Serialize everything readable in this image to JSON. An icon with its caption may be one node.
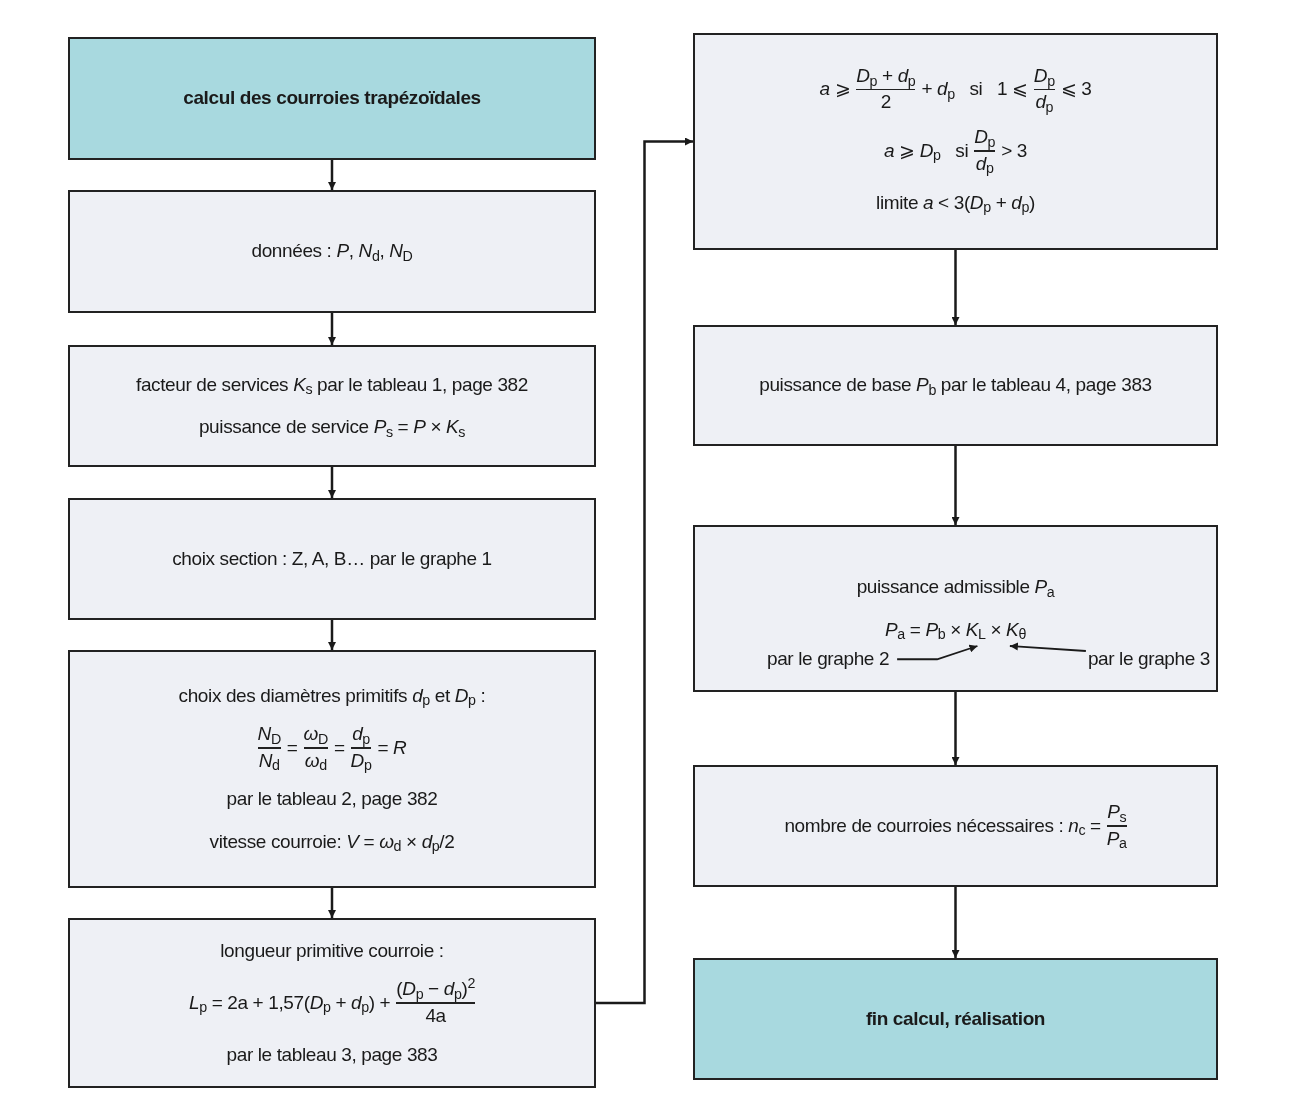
{
  "diagram": {
    "nodes": [
      {
        "text": [
          "calcul des courroies trapézoïdales"
        ]
      },
      {
        "text": [
          "données : *P*, *N*$_{d}$, *N*$_{D}$"
        ]
      },
      {
        "text": [
          "facteur de services *K*$_{s}$ par le tableau 1, page 382",
          "puissance de service *P*$_{s}$ = *P* × *K*$_{s}$"
        ]
      },
      {
        "text": [
          "choix section : Z, A, B… par le graphe 1"
        ]
      },
      {
        "text": [
          "choix des diamètres primitifs *d*$_{p}$ et *D*$_{p}$ :",
          "*N*$_{D}$",
          "*N*$_{d}$",
          "=",
          "*ω*$_{D}$",
          "*ω*$_{d}$",
          "=",
          "*d*$_{p}$",
          "*D*$_{p}$",
          "= *R*",
          "par le tableau 2, page 382",
          "vitesse courroie: *V* = *ω*$_{d}$ × *d*$_{p}$/2"
        ]
      },
      {
        "text": [
          "longueur primitive courroie :",
          "*L*$_{p}$ = 2a + 1,57(*D*$_{p}$ + *d*$_{p}$) +",
          "(*D*$_{p}$ − *d*$_{p}$)$^{2}$",
          "4a",
          "par le tableau 3, page 383"
        ]
      },
      {
        "text": [
          "*a* ⩾",
          "*D*$_{p}$ + *d*$_{p}$",
          "2",
          "+ *d*$_{p}$   si   1 ⩽",
          "*D*$_{p}$",
          "*d*$_{p}$",
          "⩽ 3",
          "*a* ⩾ *D*$_{p}$   si",
          "*D*$_{p}$",
          "*d*$_{p}$",
          "> 3",
          "limite *a* < 3(*D*$_{p}$ + *d*$_{p}$)"
        ]
      },
      {
        "text": [
          "puissance de base *P*$_{b}$ par le tableau 4, page 383"
        ]
      },
      {
        "text": [
          "puissance admissible *P*$_{a}$",
          "*P*$_{a}$ = *P*$_{b}$ × *K*$_{L}$ × *K*$_{θ}$"
        ]
      },
      {
        "text": [
          "par le graphe 2"
        ],
        "in": 8
      },
      {
        "text": [
          "par le graphe 3"
        ],
        "in": 8
      },
      {
        "text": [
          "nombre de courroies nécessaires : *n*$_{c}$ =",
          "*P*$_{s}$",
          "*P*$_{a}$"
        ]
      },
      {
        "text": [
          "fin calcul, réalisation"
        ]
      }
    ],
    "edges": [
      {
        "from": 0,
        "to": 1,
        "arrow": "to"
      },
      {
        "from": 1,
        "to": 2,
        "arrow": "to"
      },
      {
        "from": 2,
        "to": 3,
        "arrow": "to"
      },
      {
        "from": 3,
        "to": 4,
        "arrow": "to"
      },
      {
        "from": 4,
        "to": 5,
        "arrow": "to"
      },
      {
        "from": 5,
        "to": 6,
        "arrow": "to"
      },
      {
        "from": 6,
        "to": 7,
        "arrow": "to"
      },
      {
        "from": 7,
        "to": 8,
        "arrow": "to"
      },
      {
        "from": 8,
        "to": 11,
        "arrow": "to"
      },
      {
        "from": 11,
        "to": 12,
        "arrow": "to"
      },
      {
        "from": 9,
        "to": null,
        "arrow": "to"
      },
      {
        "from": 10,
        "to": null,
        "arrow": "to"
      }
    ]
  }
}
